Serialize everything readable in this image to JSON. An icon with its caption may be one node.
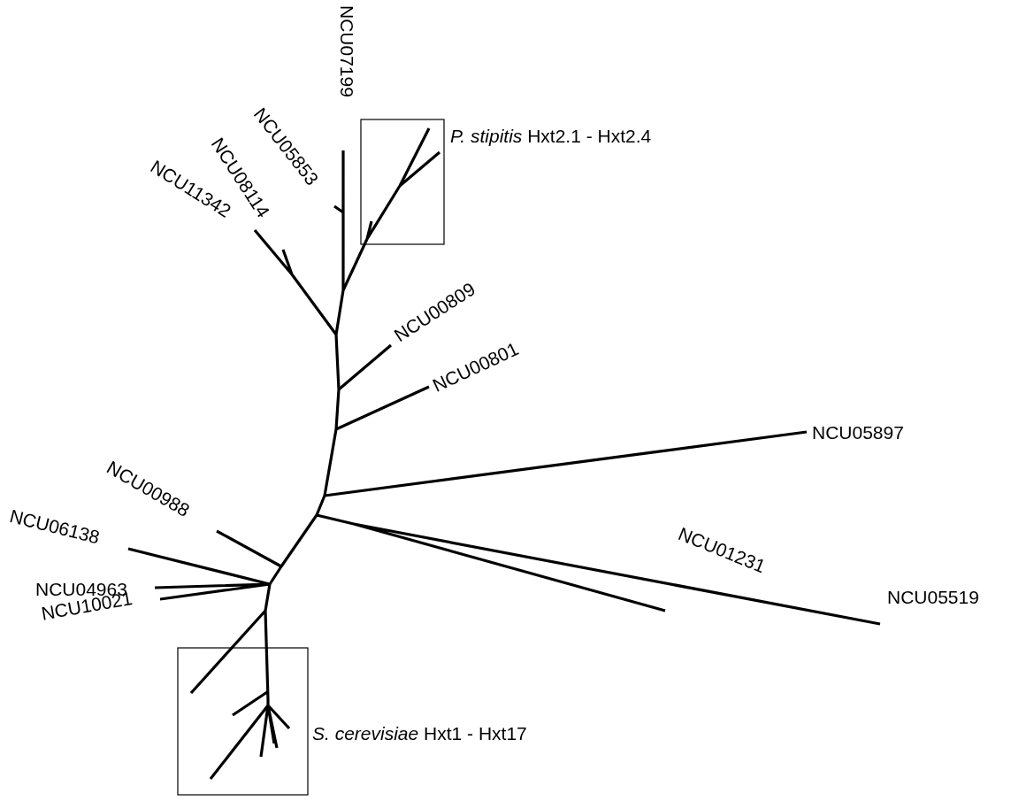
{
  "diagram": {
    "labels": [
      "NCU07199",
      "*P. stipitis* Hxt2.1 - Hxt2.4",
      "NCU05853",
      "NCU08114",
      "NCU11342",
      "NCU00809",
      "NCU00801",
      "NCU05897",
      "NCU00988",
      "NCU06138",
      "NCU04963",
      "NCU05519",
      "NCU10021",
      "NCU01231",
      "*S. cerevisiae* Hxt1 - Hxt17"
    ]
  }
}
